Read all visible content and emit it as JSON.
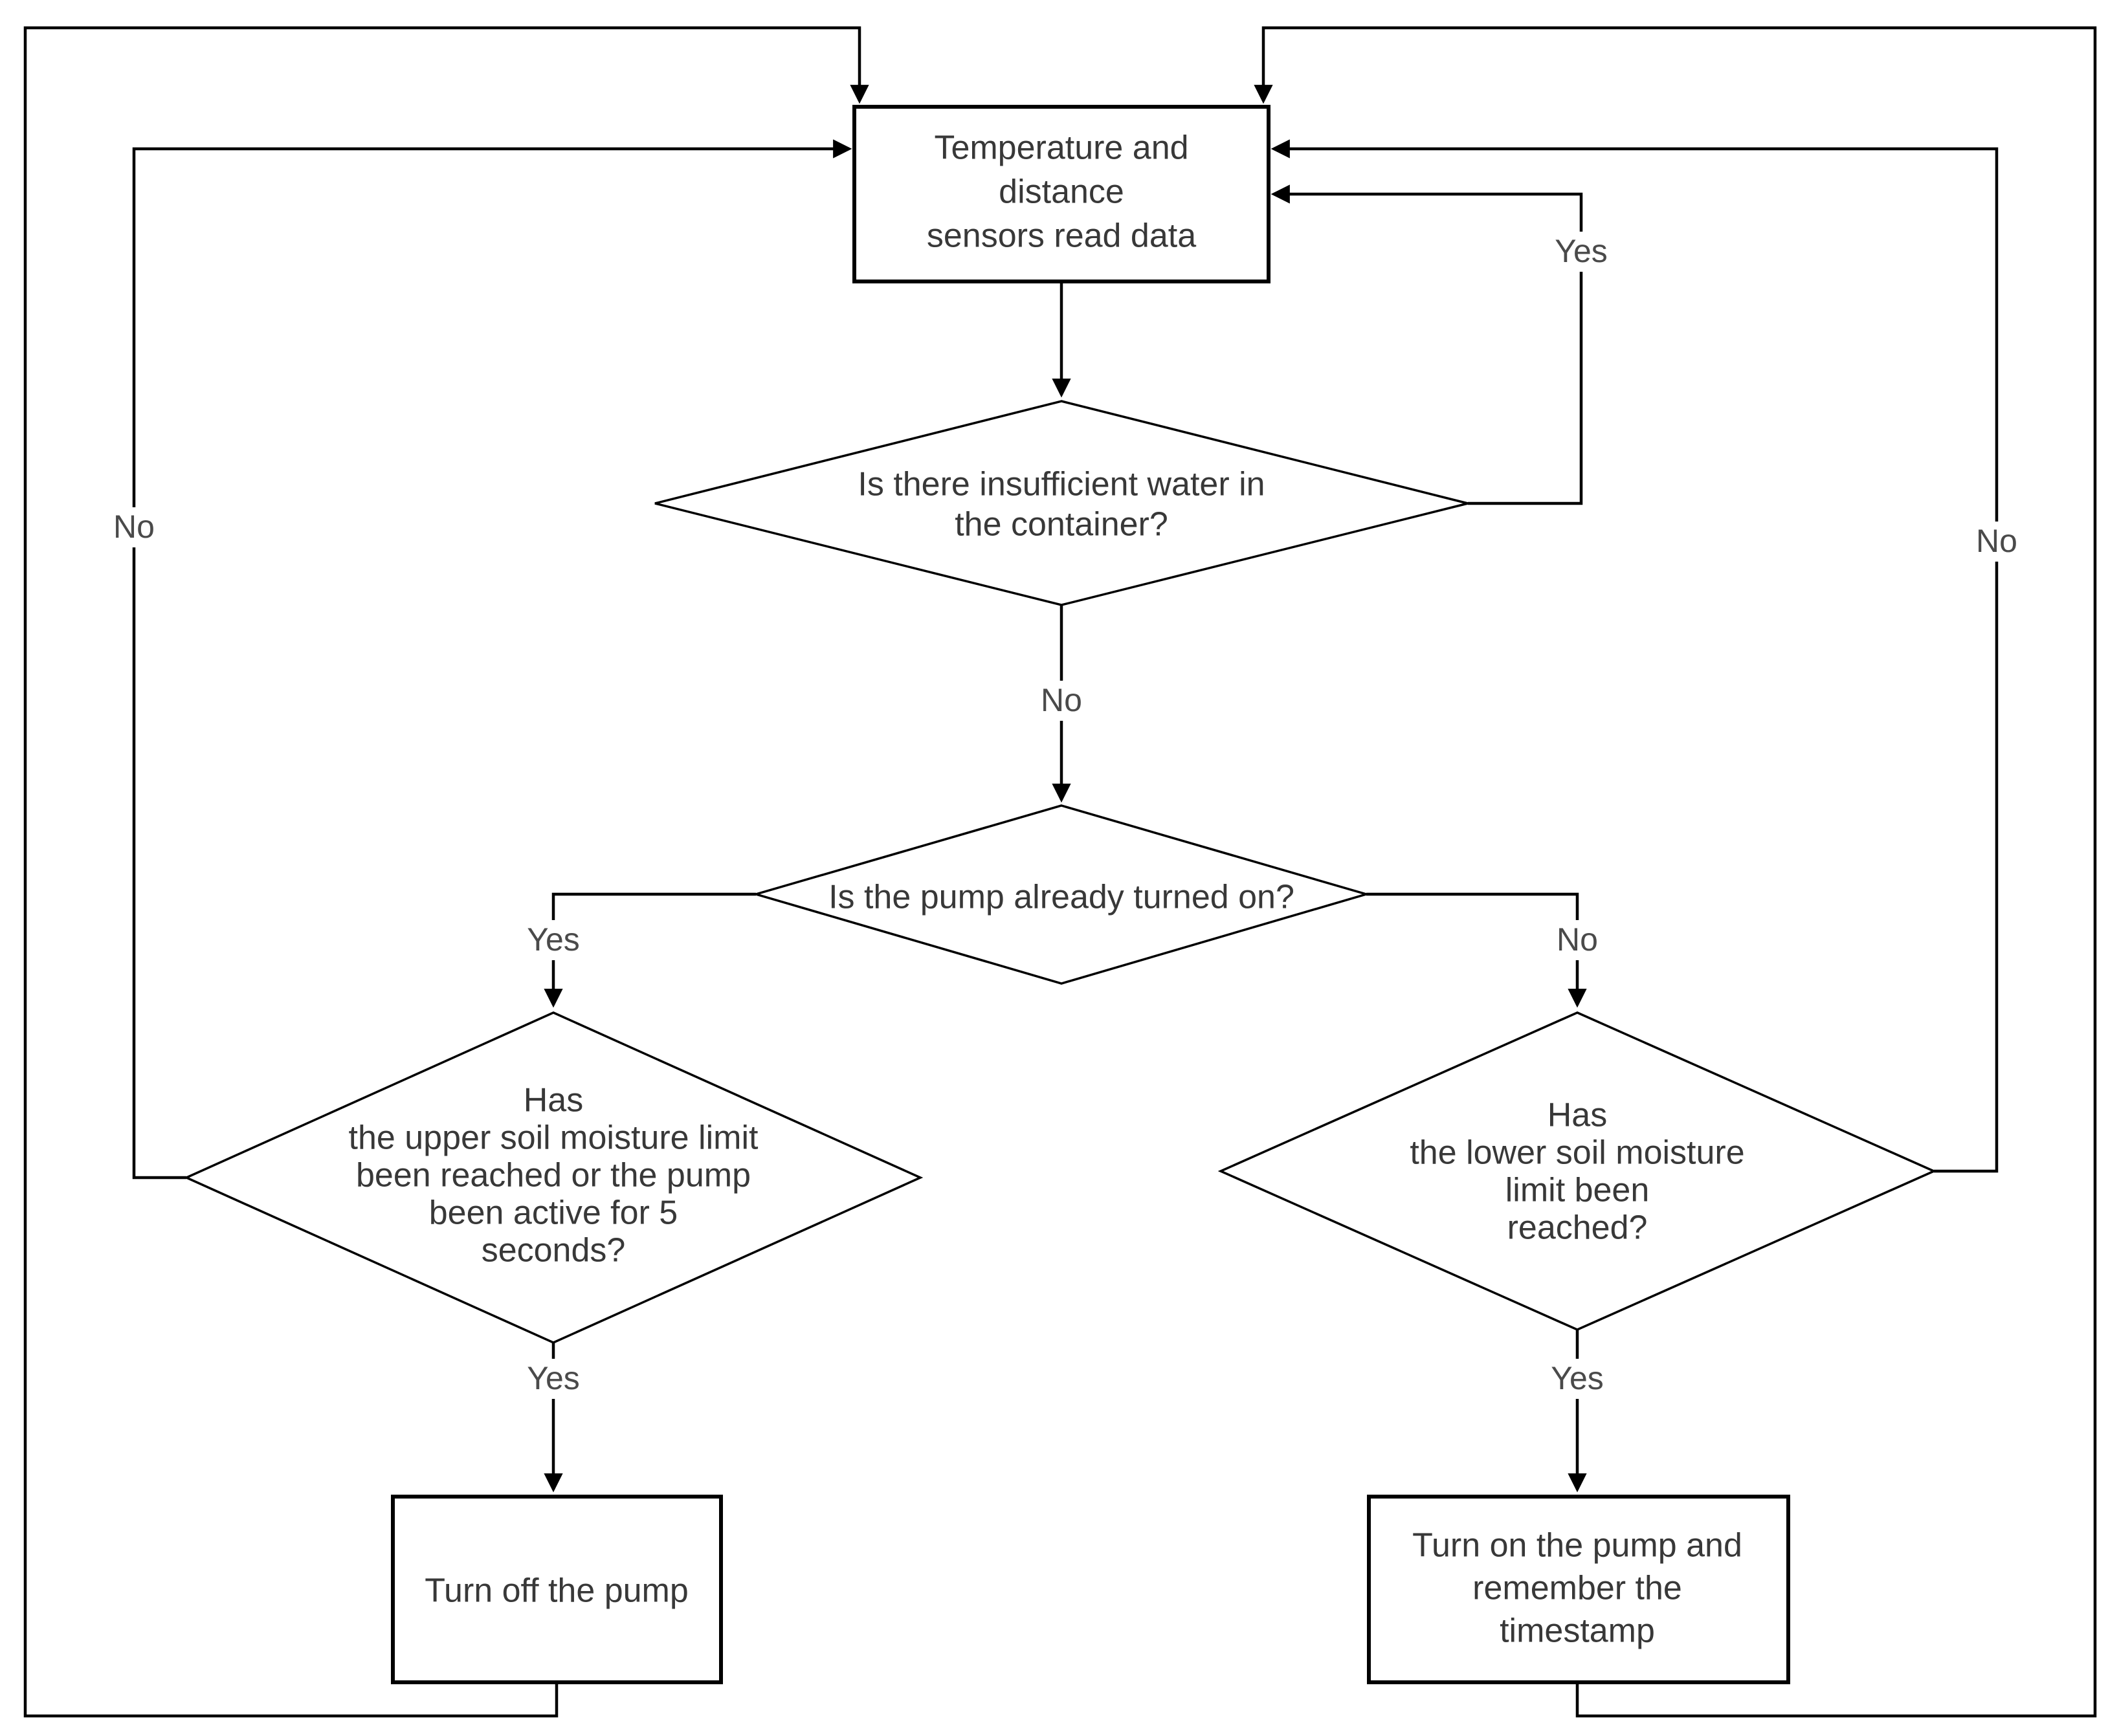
{
  "flowchart": {
    "nodes": {
      "read_sensors": {
        "type": "process",
        "lines": [
          "Temperature and",
          "distance",
          "sensors read data"
        ]
      },
      "water_check": {
        "type": "decision",
        "lines": [
          "Is there insufficient water in",
          "the container?"
        ]
      },
      "pump_on_check": {
        "type": "decision",
        "lines": [
          "Is the pump already turned on?"
        ]
      },
      "upper_limit_check": {
        "type": "decision",
        "lines": [
          "Has",
          "the upper soil moisture limit",
          "been reached or the pump",
          "been active for 5",
          "seconds?"
        ]
      },
      "lower_limit_check": {
        "type": "decision",
        "lines": [
          "Has",
          "the lower soil moisture",
          "limit been",
          "reached?"
        ]
      },
      "turn_off_pump": {
        "type": "process",
        "lines": [
          "Turn off the pump"
        ]
      },
      "turn_on_pump": {
        "type": "process",
        "lines": [
          "Turn on the pump and",
          "remember the",
          "timestamp"
        ]
      }
    },
    "edge_labels": {
      "water_yes": "Yes",
      "water_no": "No",
      "pump_yes": "Yes",
      "pump_no": "No",
      "upper_yes": "Yes",
      "upper_no": "No",
      "lower_yes": "Yes",
      "lower_no": "No"
    },
    "colors": {
      "line": "#000000",
      "text": "#383838",
      "background": "#ffffff"
    }
  }
}
